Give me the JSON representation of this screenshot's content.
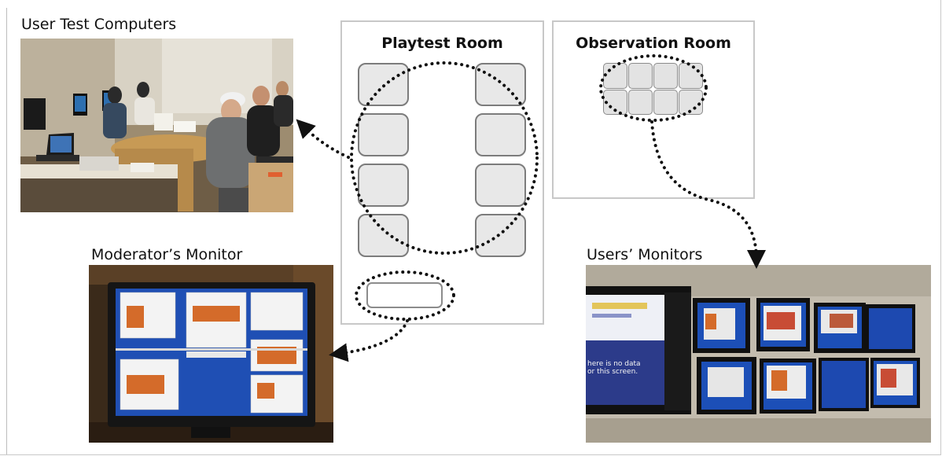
{
  "captions": {
    "user_test_computers": "User Test Computers",
    "moderators_monitor": "Moderator’s Monitor",
    "users_monitors": "Users’ Monitors"
  },
  "rooms": {
    "playtest_room": "Playtest Room",
    "observation_room": "Observation Room"
  },
  "screen_text": {
    "line1": "here is no data",
    "line2": "or this screen."
  },
  "colors": {
    "station_fill": "#e8e8e8",
    "station_border": "#7c7c7c",
    "room_border": "#c8c8c8",
    "dots": "#111111"
  }
}
